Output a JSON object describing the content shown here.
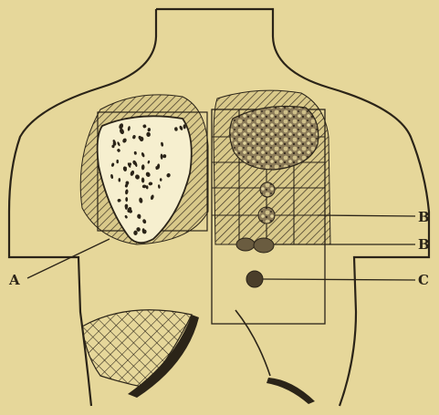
{
  "diagram": {
    "background": "#e6d79a",
    "ink": "#2b2418",
    "labels": {
      "a": "A",
      "b_upper": "B",
      "b_lower": "B",
      "c": "C"
    }
  }
}
